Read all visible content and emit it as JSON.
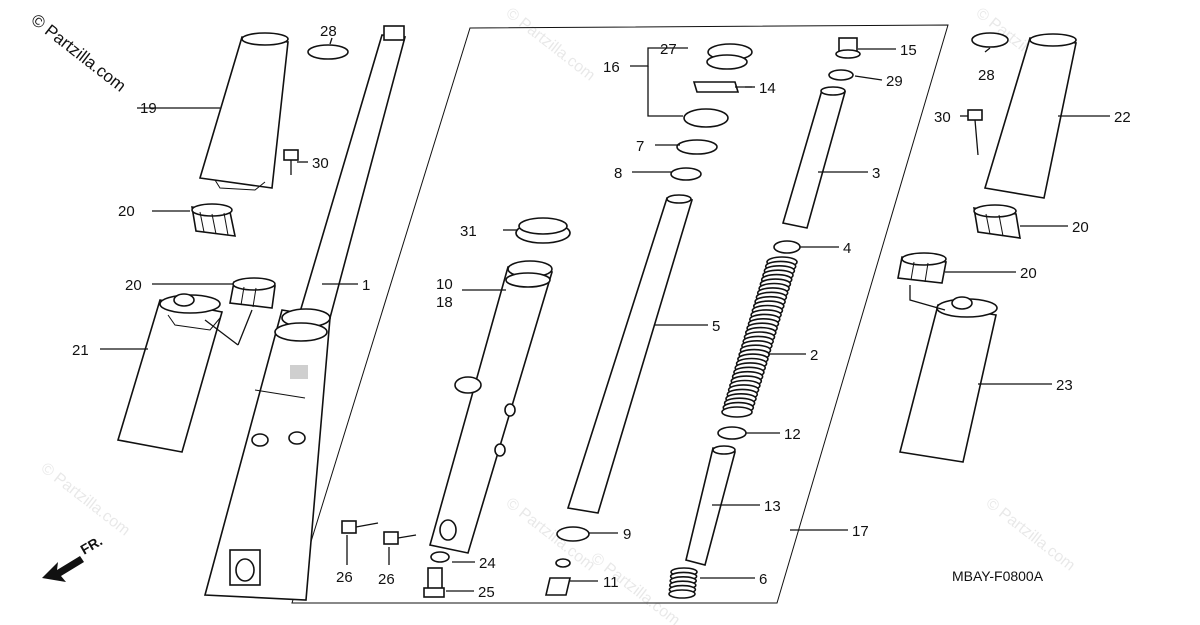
{
  "copyright": "© Partzilla.com",
  "watermark": "© Partzilla.com",
  "diagram_code": "MBAY-F0800A",
  "front_label": "FR.",
  "callouts": {
    "c1": "1",
    "c2": "2",
    "c3": "3",
    "c4": "4",
    "c5": "5",
    "c6": "6",
    "c7": "7",
    "c8": "8",
    "c9": "9",
    "c10": "10",
    "c11": "11",
    "c12": "12",
    "c13": "13",
    "c14": "14",
    "c15": "15",
    "c16": "16",
    "c17": "17",
    "c18": "18",
    "c19": "19",
    "c20": "20",
    "c21": "21",
    "c22": "22",
    "c23": "23",
    "c24": "24",
    "c25": "25",
    "c26": "26",
    "c27": "27",
    "c28": "28",
    "c29": "29",
    "c30": "30",
    "c31": "31"
  }
}
